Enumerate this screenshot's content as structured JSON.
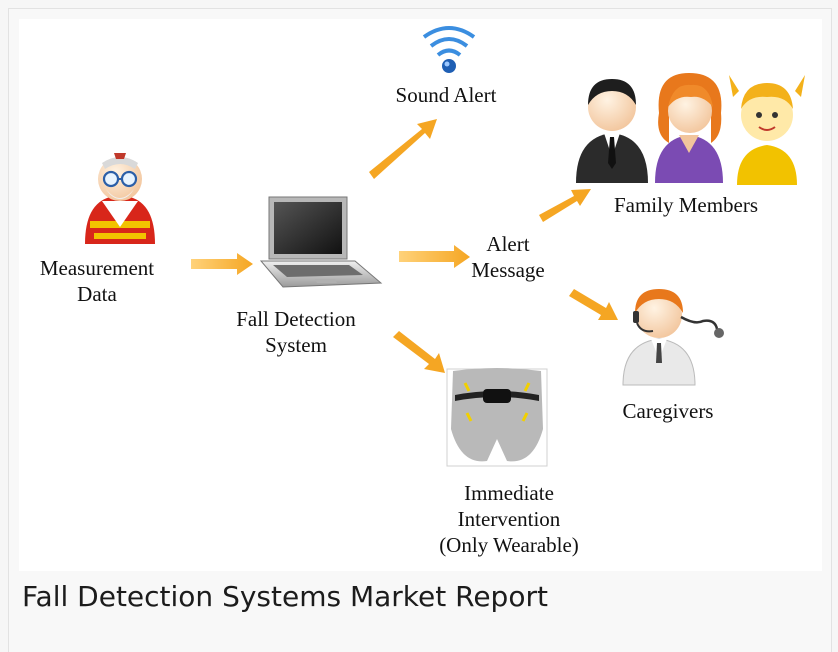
{
  "diagram": {
    "nodes": {
      "measurement": {
        "lines": [
          "Measurement",
          "Data"
        ]
      },
      "system": {
        "lines": [
          "Fall Detection",
          "System"
        ]
      },
      "sound": {
        "lines": [
          "Sound Alert"
        ]
      },
      "alert": {
        "lines": [
          "Alert",
          "Message"
        ]
      },
      "family": {
        "lines": [
          "Family Members"
        ]
      },
      "caregivers": {
        "lines": [
          "Caregivers"
        ]
      },
      "intervention": {
        "lines": [
          "Immediate",
          "Intervention",
          "(Only Wearable)"
        ]
      }
    },
    "edges": [
      {
        "from": "measurement",
        "to": "system"
      },
      {
        "from": "system",
        "to": "sound"
      },
      {
        "from": "system",
        "to": "alert"
      },
      {
        "from": "system",
        "to": "intervention"
      },
      {
        "from": "alert",
        "to": "family"
      },
      {
        "from": "alert",
        "to": "caregivers"
      }
    ],
    "icons": {
      "elderly": "elderly-person-icon",
      "laptop": "laptop-icon",
      "wifi": "wireless-signal-icon",
      "man": "man-in-suit-icon",
      "woman": "woman-icon",
      "child": "child-icon",
      "caregiver": "caregiver-headset-icon",
      "belt": "wearable-belt-icon"
    },
    "colors": {
      "arrow": "#f5a623",
      "arrow_light": "#ffd27a"
    }
  },
  "caption": "Fall Detection Systems Market Report"
}
